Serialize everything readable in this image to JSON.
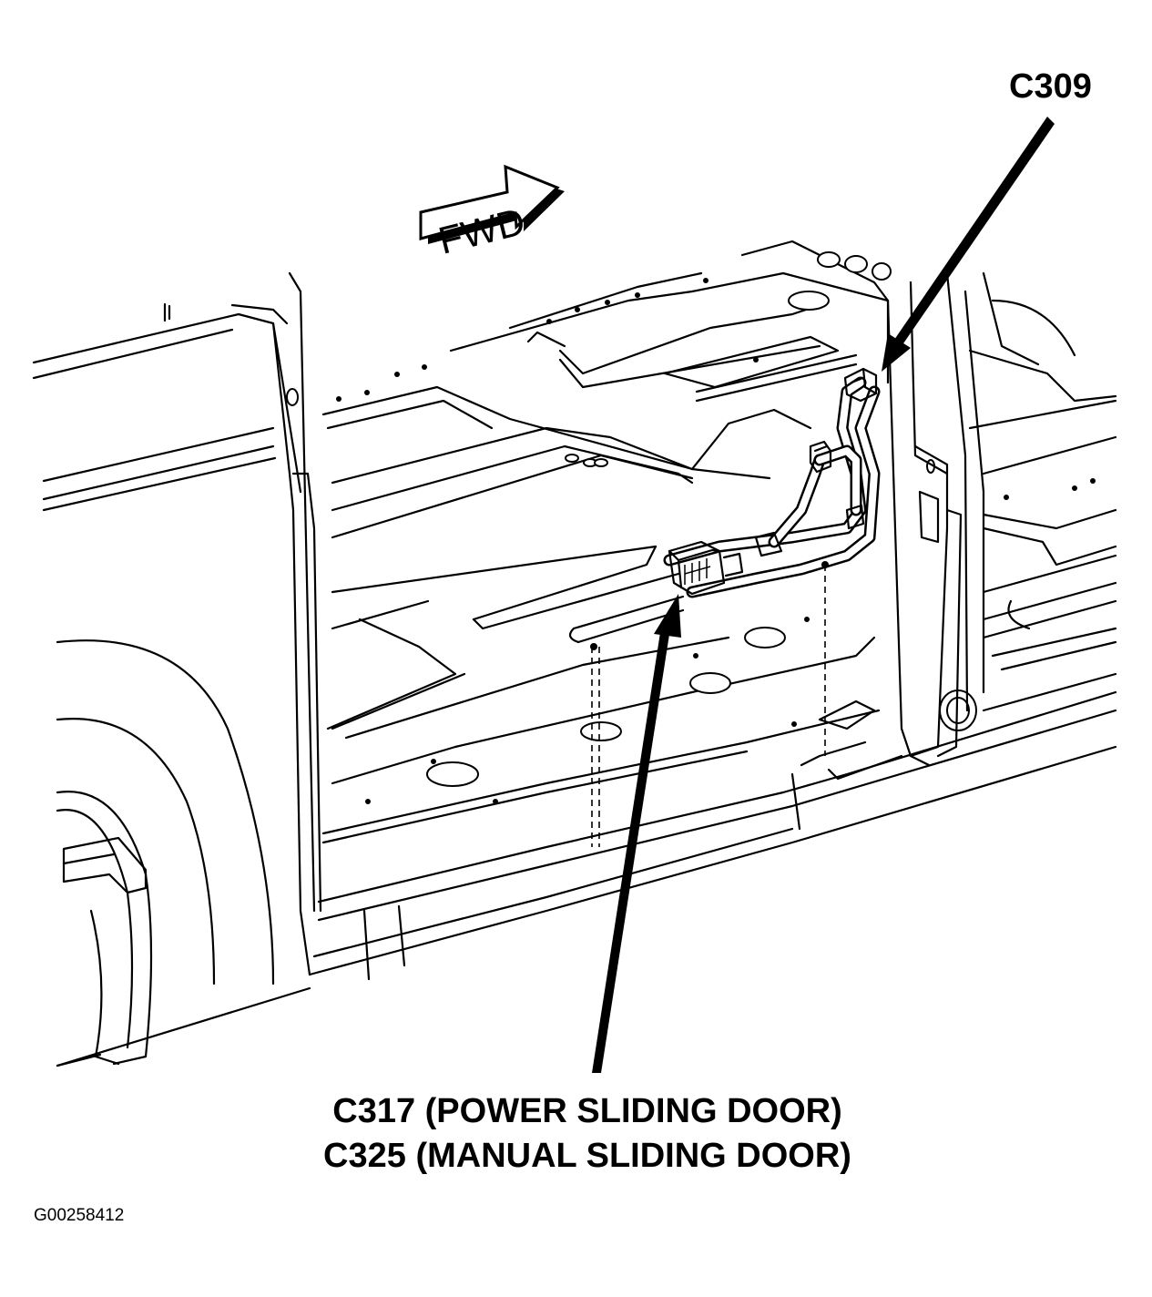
{
  "diagram": {
    "direction_marker": {
      "text": "FWD",
      "icon": "forward-arrow-icon"
    },
    "callouts": [
      {
        "id": "c309",
        "text": "C309"
      },
      {
        "id": "c317",
        "text": "C317 (POWER SLIDING DOOR)"
      },
      {
        "id": "c325",
        "text": "C325 (MANUAL SLIDING DOOR)"
      }
    ],
    "figure_id": "G00258412"
  }
}
